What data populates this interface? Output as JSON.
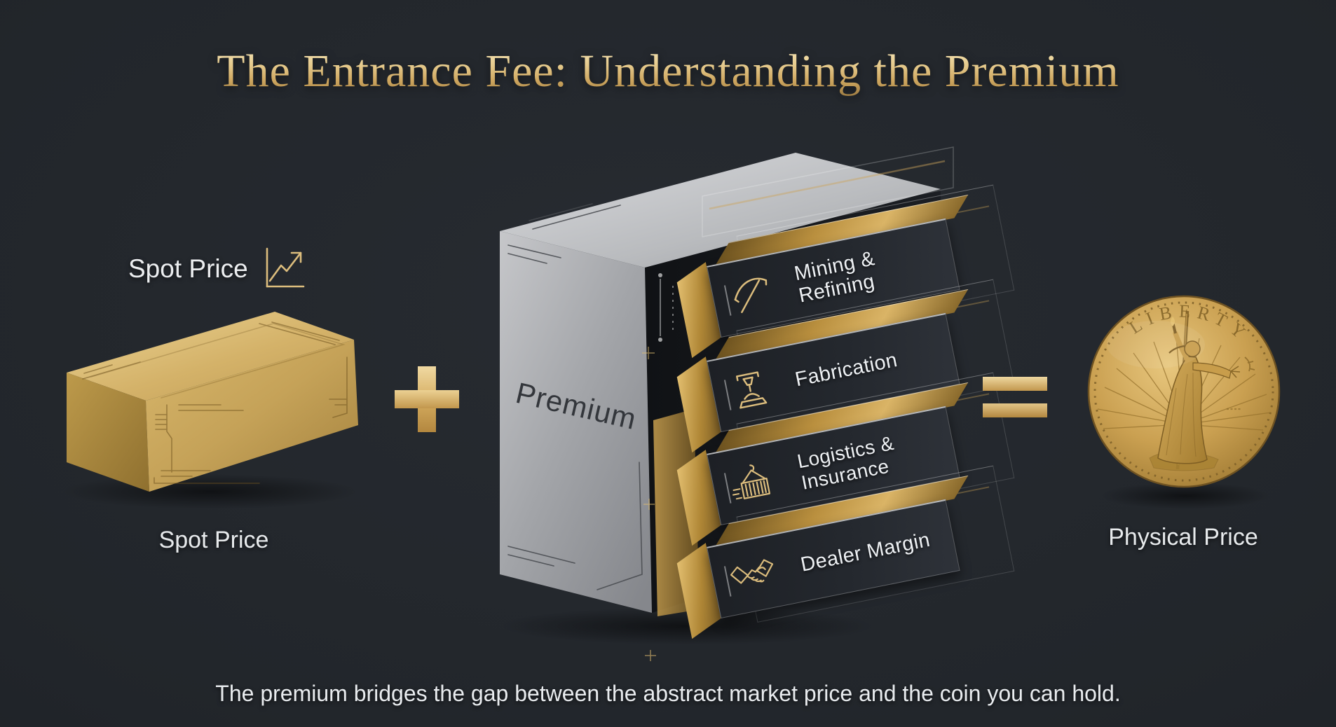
{
  "title": "The Entrance Fee: Understanding the Premium",
  "colors": {
    "background": "#22262b",
    "accent_gold": "#d4ad5f",
    "silver": "#b9bbbe",
    "text_light": "#e9ecef"
  },
  "spot": {
    "label": "Spot Price",
    "icon": "trend-chart-icon",
    "caption": "Spot Price"
  },
  "operators": {
    "plus": "+",
    "equals": "="
  },
  "premium": {
    "box_label": "Premium",
    "layers": [
      {
        "label": "Mining & Refining",
        "icon": "pickaxe-icon"
      },
      {
        "label": "Fabrication",
        "icon": "minting-press-icon"
      },
      {
        "label": "Logistics &\nInsurance",
        "icon": "shipping-container-icon"
      },
      {
        "label": "Dealer Margin",
        "icon": "handshake-icon"
      }
    ]
  },
  "physical": {
    "caption": "Physical Price",
    "coin_inscription": "LIBERTY"
  },
  "footer": "The premium bridges the gap between the abstract market price and the coin you can hold."
}
